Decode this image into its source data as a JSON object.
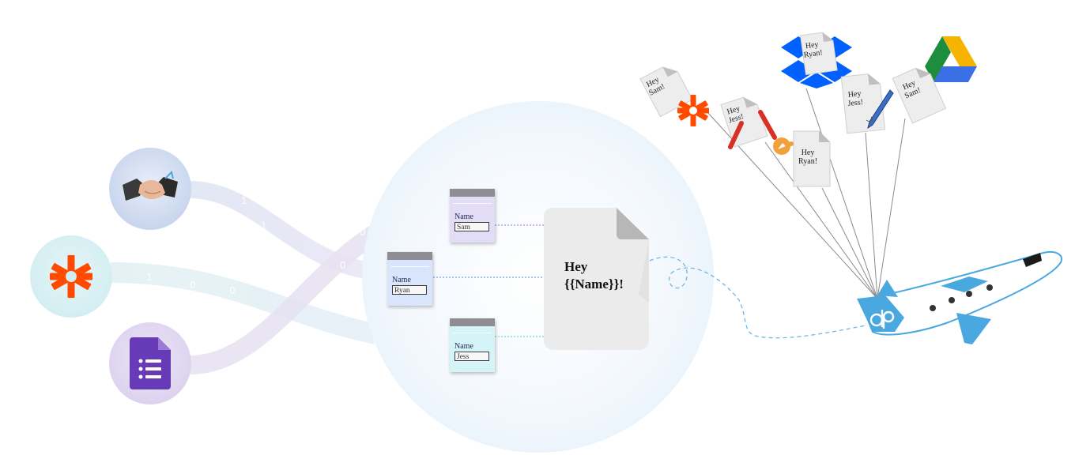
{
  "sources": [
    {
      "name": "handshake",
      "icon": "handshake-icon"
    },
    {
      "name": "zapier",
      "icon": "zapier-asterisk-icon",
      "color": "#ff4a00"
    },
    {
      "name": "google-forms",
      "icon": "google-forms-icon",
      "color": "#673ab7"
    }
  ],
  "forms": [
    {
      "label": "Name",
      "value": "Sam"
    },
    {
      "label": "Name",
      "value": "Ryan"
    },
    {
      "label": "Name",
      "value": "Jess"
    }
  ],
  "template": {
    "line1": "Hey",
    "line2": "{{Name}}!"
  },
  "outputs": [
    {
      "text": "Hey\nSam!",
      "destination": "zapier-asterisk-icon"
    },
    {
      "text": "Hey\nJess!",
      "destination": "gmail-icon"
    },
    {
      "text": "Hey\nRyan!",
      "destination": "dropbox-icon"
    },
    {
      "text": "Hey\nRyan!",
      "destination": "rocket-badge-icon"
    },
    {
      "text": "Hey\nJess!",
      "destination": "docusign-pen-icon"
    },
    {
      "text": "Hey\nSam!",
      "destination": "google-drive-icon"
    }
  ],
  "colors": {
    "zapier": "#ff4a00",
    "forms": "#673ab7",
    "dropbox": "#0061ff",
    "plane_blue": "#4aa8e0",
    "dash": "#6ab8e6"
  },
  "plane": {
    "logo": "dp-logo-icon"
  }
}
